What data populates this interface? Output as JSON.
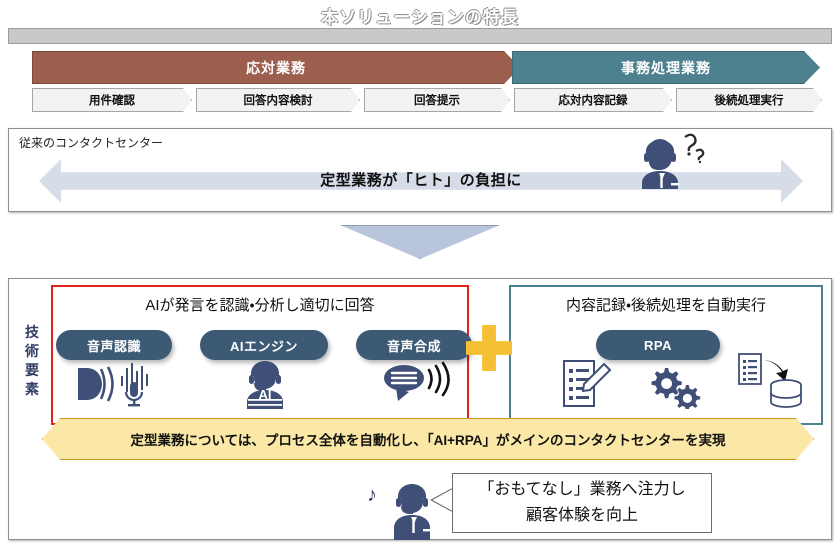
{
  "title": "本ソリューションの特長",
  "process": {
    "phases": [
      {
        "label": "応対業務",
        "color": "#9c5f4e"
      },
      {
        "label": "事務処理業務",
        "color": "#4d8190"
      }
    ],
    "steps": [
      {
        "label": "用件確認"
      },
      {
        "label": "回答内容検討"
      },
      {
        "label": "回答提示"
      },
      {
        "label": "応対内容記録"
      },
      {
        "label": "後続処理実行"
      }
    ]
  },
  "legacy": {
    "panel_label": "従来のコンタクトセンター",
    "arrow_text": "定型業務が「ヒト」の負担に",
    "operator_icon": "worried-operator-icon",
    "arrow_color": "#d6dce8"
  },
  "transition": {
    "down_arrow_icon": "down-arrow-icon",
    "color": "#b9c5da"
  },
  "tech": {
    "vertical_label": "技術要素",
    "ai_section": {
      "heading": "AIが発言を認識・分析し適切に回答",
      "border_color": "#e32119",
      "pills": [
        {
          "label": "音声認識",
          "icon": "speech-recognition-icon"
        },
        {
          "label": "AIエンジン",
          "icon": "ai-agent-icon"
        },
        {
          "label": "音声合成",
          "icon": "speech-synthesis-icon"
        }
      ]
    },
    "plus": {
      "icon": "plus-icon",
      "color": "#f5c033"
    },
    "rpa_section": {
      "heading": "内容記録・後続処理を自動実行",
      "border_color": "#4d8190",
      "pills": [
        {
          "label": "RPA",
          "icon": "rpa-icon"
        }
      ],
      "icons": [
        "document-edit-icon",
        "gears-icon",
        "data-transfer-icon"
      ]
    },
    "pill_color": "#3d5a75"
  },
  "conclusion": {
    "banner_text": "定型業務については、プロセス全体を自動化し、「AI+RPA」がメインのコンタクトセンターを実現",
    "banner_fill": "#fbe8a6",
    "banner_stroke": "#c79b1e"
  },
  "callout": {
    "line1": "「おもてなし」業務へ注力し",
    "line2": "顧客体験を向上",
    "operator_icon": "happy-operator-icon",
    "note_icon": "♪"
  }
}
